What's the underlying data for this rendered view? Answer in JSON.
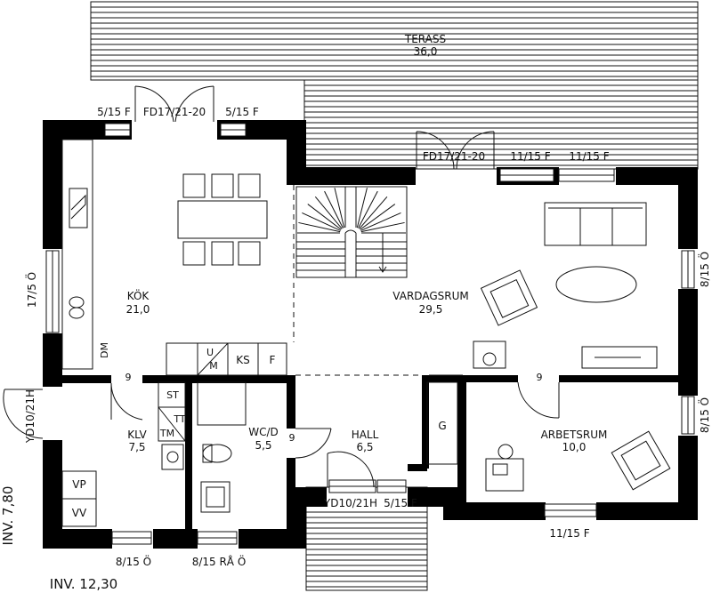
{
  "colors": {
    "wall": "#000000",
    "line": "#111111",
    "background": "#ffffff"
  },
  "terrace": {
    "label": "TERASS",
    "area": "36,0"
  },
  "rooms": [
    {
      "id": "kitchen",
      "name": "KÖK",
      "area": "21,0"
    },
    {
      "id": "living",
      "name": "VARDAGSRUM",
      "area": "29,5"
    },
    {
      "id": "closet",
      "name": "KLV",
      "area": "7,5"
    },
    {
      "id": "wc",
      "name": "WC/D",
      "area": "5,5"
    },
    {
      "id": "hall",
      "name": "HALL",
      "area": "6,5"
    },
    {
      "id": "office",
      "name": "ARBETSRUM",
      "area": "10,0"
    }
  ],
  "windows": {
    "top_left": "5/15 F",
    "top_door": "FD17/21-20",
    "top_right": "5/15 F",
    "living_door": "FD17/21-20",
    "living_w1": "11/15 F",
    "living_w2": "11/15 F",
    "kitchen_left": "17/5 Ö",
    "right_upper": "8/15 Ö",
    "right_lower": "8/15 Ö",
    "left_door": "YD10/21H",
    "entry_door": "YD10/21H",
    "entry_window": "5/15 F",
    "bottom_klv": "8/15 Ö",
    "bottom_wc": "8/15 RÅ Ö",
    "bottom_office": "11/15 F"
  },
  "fixtures": {
    "dm": "DM",
    "u": "U",
    "m": "M",
    "ks": "KS",
    "f": "F",
    "st": "ST",
    "tt": "TT",
    "tm": "TM",
    "vp": "VP",
    "vv": "VV",
    "g": "G"
  },
  "door_widths": {
    "kitchen": "9",
    "wc": "9",
    "office": "9"
  },
  "dimensions": {
    "width": "INV. 12,30",
    "depth": "INV. 7,80"
  }
}
